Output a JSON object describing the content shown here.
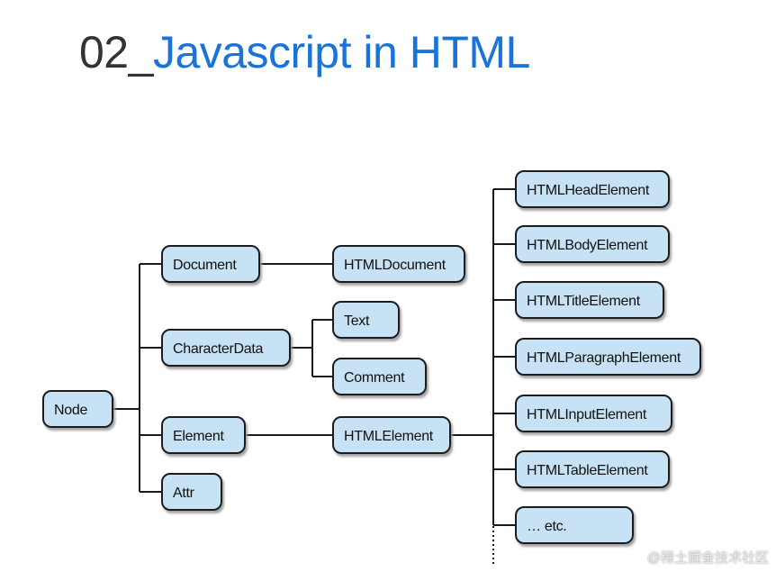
{
  "title": {
    "prefix": "02_",
    "main": "Javascript in HTML"
  },
  "diagram": {
    "nodes": {
      "node": "Node",
      "document": "Document",
      "character_data": "CharacterData",
      "element": "Element",
      "attr": "Attr",
      "html_document": "HTMLDocument",
      "text": "Text",
      "comment": "Comment",
      "html_element": "HTMLElement",
      "html_head_element": "HTMLHeadElement",
      "html_body_element": "HTMLBodyElement",
      "html_title_element": "HTMLTitleElement",
      "html_paragraph_element": "HTMLParagraphElement",
      "html_input_element": "HTMLInputElement",
      "html_table_element": "HTMLTableElement",
      "etc": "… etc."
    },
    "colors": {
      "box_fill": "#c6e2f4",
      "box_border": "#1a1a1a",
      "box_shadow": "#9a9a9a",
      "connector": "#1a1a1a"
    }
  },
  "watermark": "@稀土掘金技术社区"
}
